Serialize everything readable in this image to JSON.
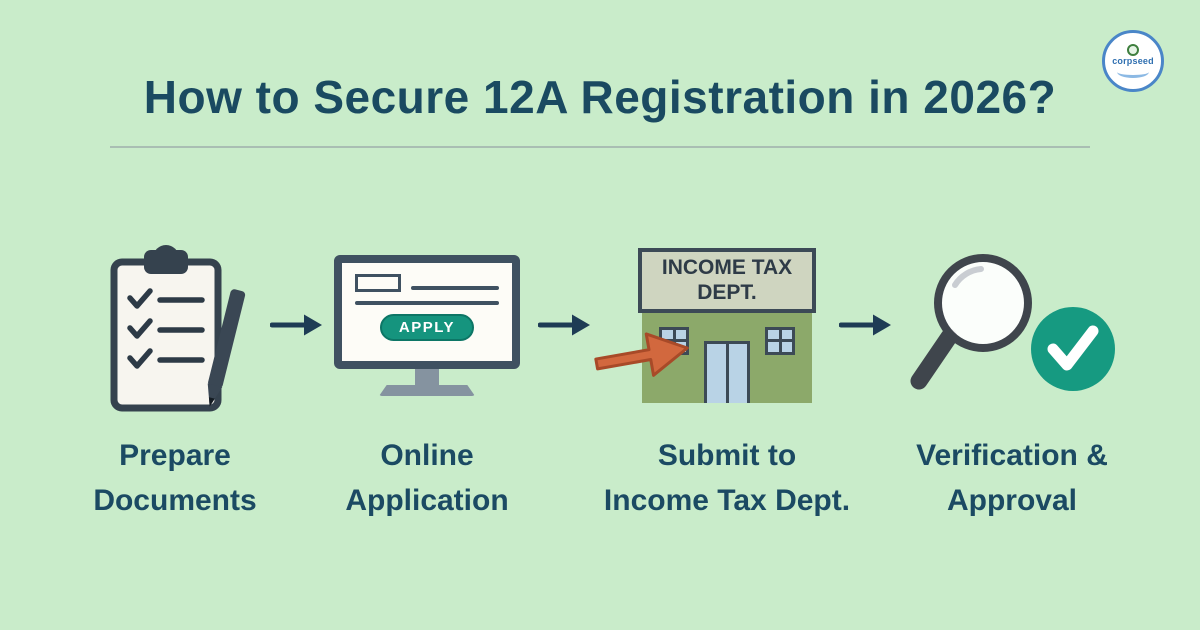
{
  "title": "How to Secure 12A Registration in 2026?",
  "logo": {
    "text": "corpseed"
  },
  "steps": [
    {
      "label1": "Prepare",
      "label2": "Documents",
      "icon": "clipboard-checklist-pen-icon"
    },
    {
      "label1": "Online",
      "label2": "Application",
      "icon": "computer-monitor-icon",
      "button": "APPLY"
    },
    {
      "label1": "Submit to",
      "label2": "Income Tax Dept.",
      "icon": "income-tax-building-icon",
      "sign1": "INCOME TAX",
      "sign2": "DEPT."
    },
    {
      "label1": "Verification &",
      "label2": "Approval",
      "icon": "magnifier-checkmark-icon"
    }
  ],
  "colors": {
    "background": "#c9ecca",
    "title_text": "#1a4a61",
    "accent_teal": "#15947e",
    "flow_arrow_navy": "#1e3c55",
    "submit_arrow_orange": "#d2683e",
    "building_green": "#8ca96a",
    "window_blue": "#b9d3e6",
    "sign_beige": "#cfd5c0",
    "logo_blue": "#2f6fb0"
  }
}
